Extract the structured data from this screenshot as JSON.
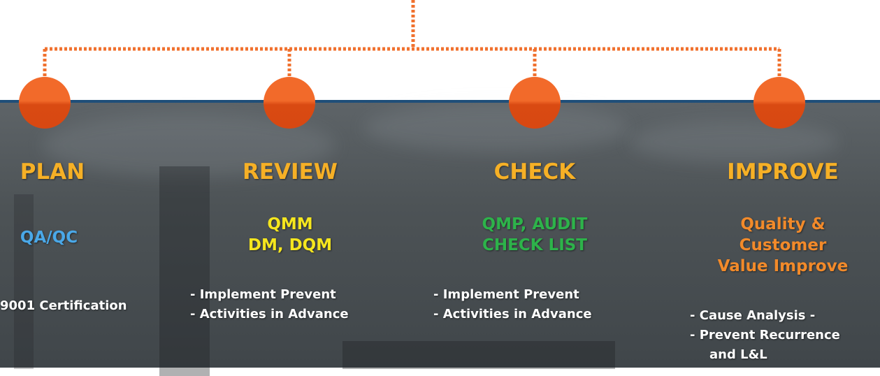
{
  "colors": {
    "connector": "#f0712e",
    "node": "#f26a2a",
    "heading": "#f6b026",
    "plan_sub": "#4aa8e8",
    "review_sub": "#f5e61e",
    "check_sub": "#2db34a",
    "improve_sub": "#f28a2a"
  },
  "columns": [
    {
      "heading": "PLAN",
      "sub_lines": [
        "QA/QC"
      ],
      "bullet_lines": [
        "9001 Certification"
      ]
    },
    {
      "heading": "REVIEW",
      "sub_lines": [
        "QMM",
        "DM, DQM"
      ],
      "bullet_lines": [
        "- Implement Prevent",
        "- Activities in Advance"
      ]
    },
    {
      "heading": "CHECK",
      "sub_lines": [
        "QMP, AUDIT",
        "CHECK LIST"
      ],
      "bullet_lines": [
        "- Implement Prevent",
        "- Activities in Advance"
      ]
    },
    {
      "heading": "IMPROVE",
      "sub_lines": [
        "Quality &",
        "Customer",
        "Value Improve"
      ],
      "bullet_lines": [
        "- Cause Analysis -",
        "- Prevent Recurrence",
        "and  L&L"
      ]
    }
  ]
}
